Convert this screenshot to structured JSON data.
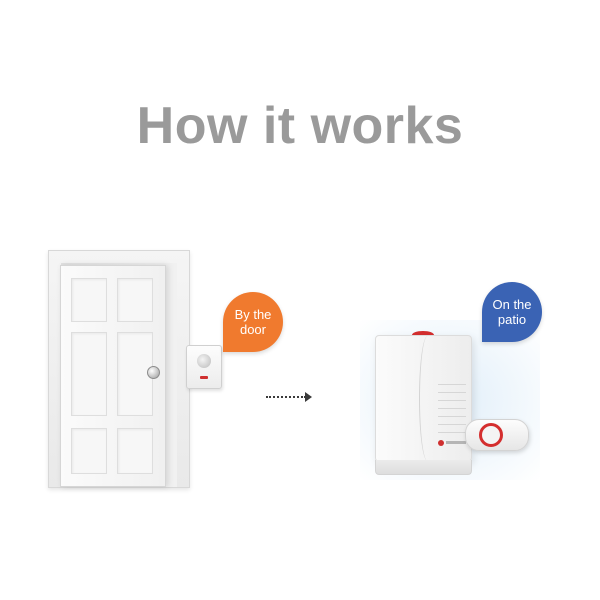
{
  "heading": {
    "text": "How it works"
  },
  "callouts": {
    "door": {
      "label": "By the\ndoor",
      "color": "#f07a2e"
    },
    "patio": {
      "label": "On the\npatio",
      "color": "#3a63b4"
    }
  },
  "icons": {
    "door": "door-icon",
    "door_sensor": "doorbell-push-icon",
    "arrow": "arrow-right-icon",
    "chime": "chime-receiver-icon",
    "remote": "portable-button-icon"
  },
  "colors": {
    "title": "#9a9a9a",
    "brand_red": "#d42e2e"
  }
}
